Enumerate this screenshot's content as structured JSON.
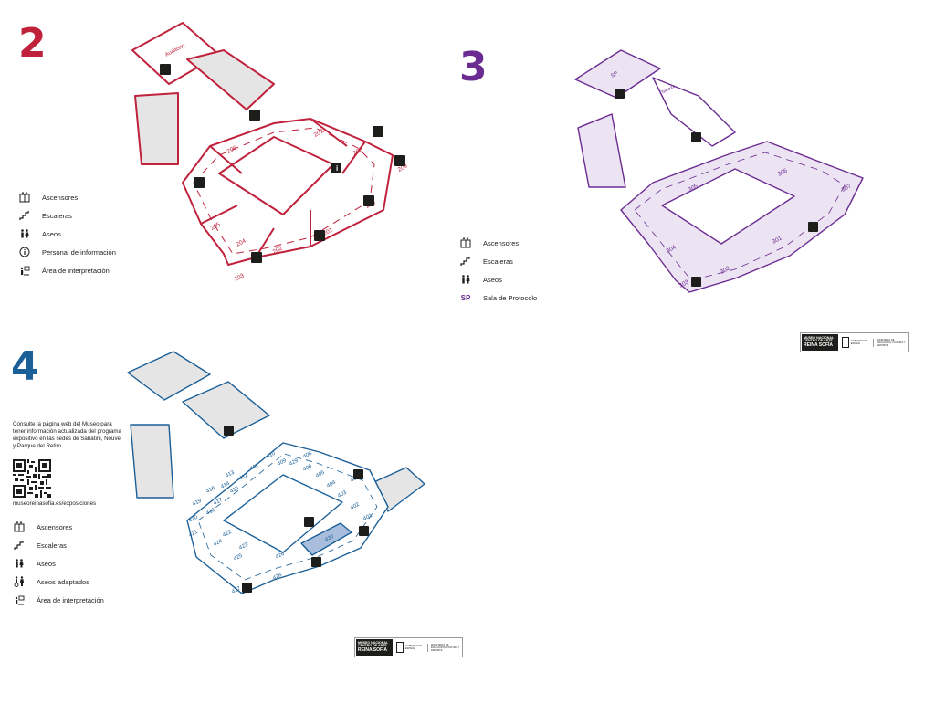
{
  "colors": {
    "floor2": "#c0223c",
    "floor3": "#6b2c91",
    "floor3_fill": "#ece3f3",
    "floor4": "#1a5f98",
    "floor4_highlight": "#a9bedd",
    "room_gray": "#e5e5e5",
    "icon": "#1d1d1b"
  },
  "floor2": {
    "number": "2",
    "auditorium_label": "Auditorio",
    "rooms": [
      "206",
      "207",
      "208",
      "209",
      "210",
      "201",
      "202",
      "203",
      "204",
      "205"
    ],
    "legend": [
      {
        "icon": "elevator-icon",
        "label": "Ascensores"
      },
      {
        "icon": "stairs-icon",
        "label": "Escaleras"
      },
      {
        "icon": "toilets-icon",
        "label": "Aseos"
      },
      {
        "icon": "info-icon",
        "label": "Personal de información"
      },
      {
        "icon": "interpretation-icon",
        "label": "Área de interpretación"
      }
    ]
  },
  "floor3": {
    "number": "3",
    "sp_label": "SP",
    "terrace_label": "Terraza",
    "rooms": [
      "305",
      "306",
      "307",
      "304",
      "301",
      "302",
      "303"
    ],
    "legend": [
      {
        "icon": "elevator-icon",
        "label": "Ascensores"
      },
      {
        "icon": "stairs-icon",
        "label": "Escaleras"
      },
      {
        "icon": "toilets-icon",
        "label": "Aseos"
      },
      {
        "icon": "sp-mark",
        "mark": "SP",
        "label": "Sala de Protocolo"
      }
    ]
  },
  "floor4": {
    "number": "4",
    "info_text": "Consulte la página web del Museo para tener información actualizada del programa expositivo en las sedes de Sabatini, Nouvel y Parque del Retiro.",
    "url": "museoreinasofia.es/exposiciones",
    "rooms": [
      "410",
      "411",
      "412",
      "413",
      "414",
      "415",
      "416",
      "417",
      "418",
      "419",
      "420",
      "421",
      "422",
      "423",
      "424",
      "425",
      "426",
      "427",
      "428",
      "429",
      "401",
      "402",
      "403",
      "404",
      "405",
      "406",
      "407",
      "408",
      "409",
      "430"
    ],
    "legend": [
      {
        "icon": "elevator-icon",
        "label": "Ascensores"
      },
      {
        "icon": "stairs-icon",
        "label": "Escaleras"
      },
      {
        "icon": "toilets-icon",
        "label": "Aseos"
      },
      {
        "icon": "accessible-toilets-icon",
        "label": "Aseos adaptados"
      },
      {
        "icon": "interpretation-icon",
        "label": "Área de interpretación"
      }
    ]
  },
  "logo": {
    "line1": "MUSEO NACIONAL",
    "line2": "CENTRO DE ARTE",
    "line3": "REINA SOFÍA",
    "gov": "GOBIERNO DE ESPAÑA",
    "ministry": "MINISTERIO DE EDUCACIÓN, CULTURA Y DEPORTE"
  }
}
